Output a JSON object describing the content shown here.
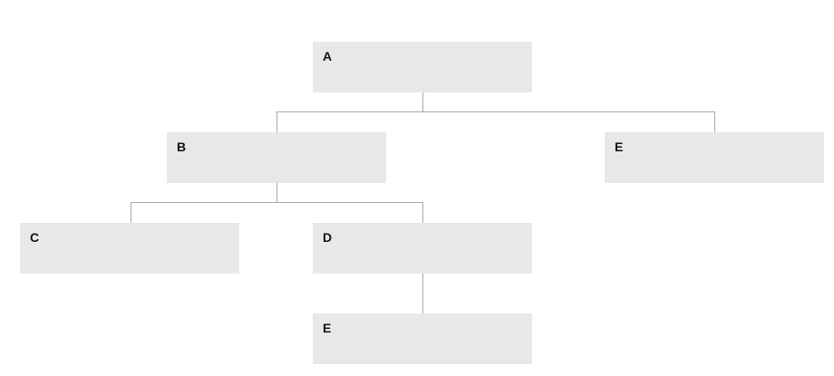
{
  "nodes": {
    "a": {
      "label": "A"
    },
    "b": {
      "label": "B"
    },
    "e1": {
      "label": "E"
    },
    "c": {
      "label": "C"
    },
    "d": {
      "label": "D"
    },
    "e2": {
      "label": "E"
    }
  },
  "edges": [
    {
      "from": "A",
      "to": "B"
    },
    {
      "from": "A",
      "to": "E"
    },
    {
      "from": "B",
      "to": "C"
    },
    {
      "from": "B",
      "to": "D"
    },
    {
      "from": "D",
      "to": "E"
    }
  ],
  "colors": {
    "node_fill": "#e8e8eb",
    "connector": "#a9a9a9",
    "label_text": "#111111"
  }
}
